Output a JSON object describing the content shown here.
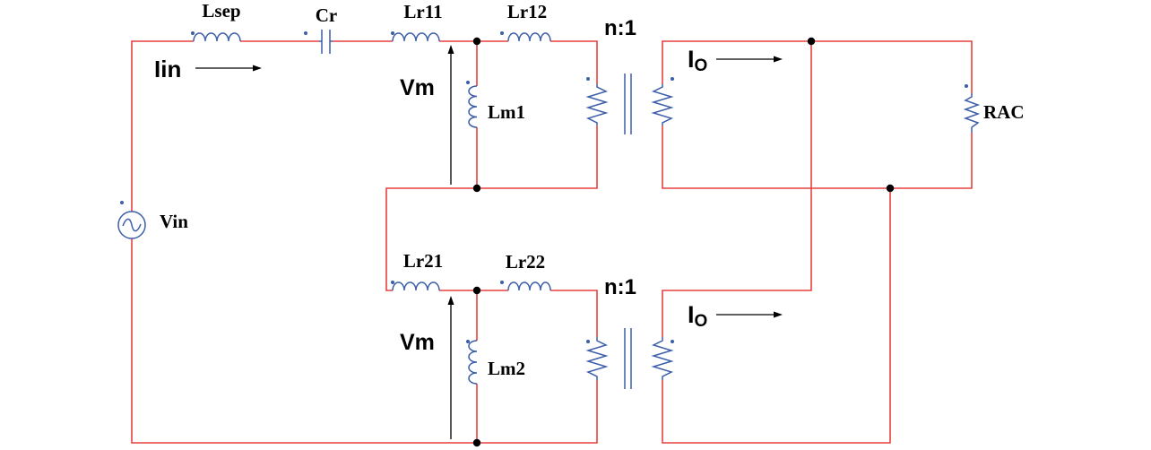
{
  "diagram": {
    "components": {
      "lsep": "Lsep",
      "cr": "Cr",
      "lr11": "Lr11",
      "lr12": "Lr12",
      "lr21": "Lr21",
      "lr22": "Lr22",
      "lm1": "Lm1",
      "lm2": "Lm2",
      "vin": "Vin",
      "rac": "RAC"
    },
    "ratio_top": "n:1",
    "ratio_bottom": "n:1",
    "iin_label": "Iin",
    "vm_top": "Vm",
    "vm_bottom": "Vm",
    "io_top": "I",
    "io_top_sub": "O",
    "io_bottom": "I",
    "io_bottom_sub": "O"
  },
  "colors": {
    "wire": "#e8413f",
    "component": "#3c5ea8",
    "text": "#000000"
  }
}
